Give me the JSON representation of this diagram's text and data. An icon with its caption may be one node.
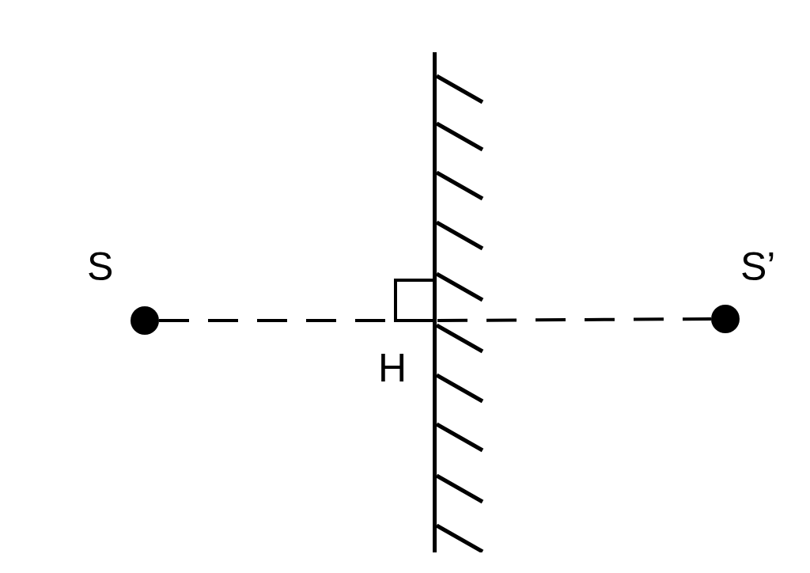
{
  "diagram": {
    "nodes": [
      {
        "text": [],
        "shape": "circle",
        "beside": [
          "S"
        ]
      },
      {
        "text": [],
        "shape": "box",
        "beside": [
          "H"
        ]
      },
      {
        "text": [],
        "shape": "circle",
        "beside": [
          "S’"
        ]
      },
      {
        "text": [],
        "shape": "bar"
      }
    ],
    "edges": [
      {
        "from": 0,
        "to": 1,
        "arrow": "none",
        "style": "dashed"
      },
      {
        "from": 1,
        "to": 2,
        "arrow": "none",
        "style": "dashed"
      }
    ]
  }
}
